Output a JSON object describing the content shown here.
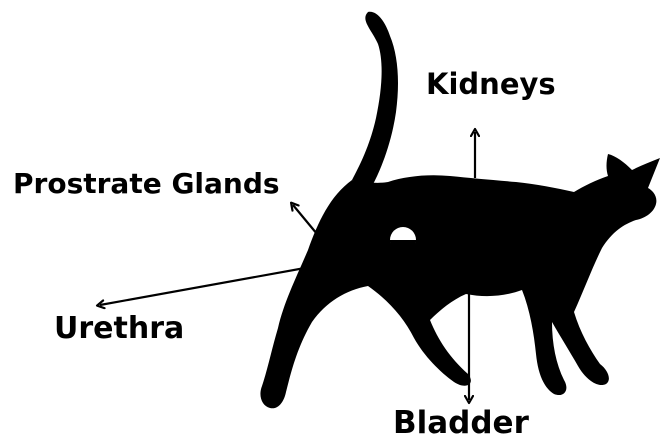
{
  "labels": {
    "kidneys": "Kidneys",
    "prostrate_glands": "Prostrate Glands",
    "urethra": "Urethra",
    "bladder": "Bladder"
  },
  "colors": {
    "background": "#ffffff",
    "silhouette": "#000000",
    "text": "#000000",
    "arrow": "#000000"
  }
}
